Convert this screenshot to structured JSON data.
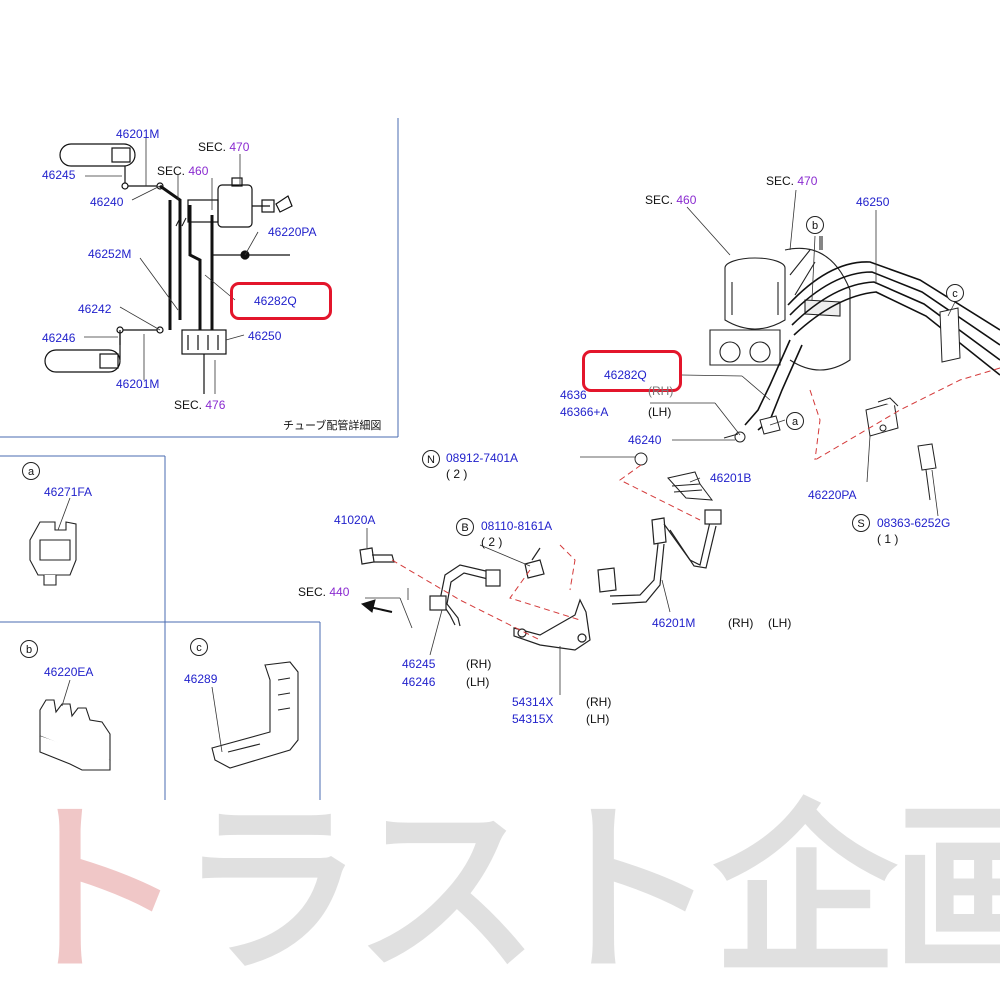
{
  "inset": {
    "caption": "チューブ配管詳細図",
    "sec_470": "SEC.",
    "sec_470_num": "470",
    "sec_460": "SEC.",
    "sec_460_num": "460",
    "sec_476": "SEC.",
    "sec_476_num": "476",
    "p46201M_top": "46201M",
    "p46245": "46245",
    "p46240": "46240",
    "p46220PA": "46220PA",
    "p46252M": "46252M",
    "p46282Q": "46282Q",
    "p46242": "46242",
    "p46250": "46250",
    "p46246": "46246",
    "p46201M_bot": "46201M"
  },
  "details": {
    "a_letter": "a",
    "a_part": "46271FA",
    "b_letter": "b",
    "b_part": "46220EA",
    "c_letter": "c",
    "c_part": "46289"
  },
  "main": {
    "sec_460": "SEC.",
    "sec_460_num": "460",
    "sec_470": "SEC.",
    "sec_470_num": "470",
    "sec_440": "SEC.",
    "sec_440_num": "440",
    "p46250": "46250",
    "callout_b": "b",
    "callout_c": "c",
    "callout_a": "a",
    "p46282Q": "46282Q",
    "p46366_partial": "4636",
    "rh_partial": "(RH)",
    "p46366A": "46366+A",
    "lh1": "(LH)",
    "p46240": "46240",
    "n_mark": "N",
    "n_part": "08912-7401A",
    "n_qty": "( 2 )",
    "p46201B": "46201B",
    "p46220PA": "46220PA",
    "s_mark": "S",
    "s_part": "08363-6252G",
    "s_qty": "( 1 )",
    "p41020A": "41020A",
    "b_mark": "B",
    "b_part": "08110-8161A",
    "b_qty": "( 2 )",
    "p46201M": "46201M",
    "rh2": "(RH)",
    "lh2": "(LH)",
    "p46245": "46245",
    "rh3": "(RH)",
    "p46246": "46246",
    "lh3": "(LH)",
    "p54314X": "54314X",
    "rh4": "(RH)",
    "p54315X": "54315X",
    "lh4": "(LH)"
  },
  "watermark": {
    "text_red": "ト",
    "text_gray": "ラスト企画"
  },
  "colors": {
    "part_number": "#2222cc",
    "section_number": "#8a2bd0",
    "highlight": "#e3152b",
    "panel_border": "#4a6bb0"
  }
}
